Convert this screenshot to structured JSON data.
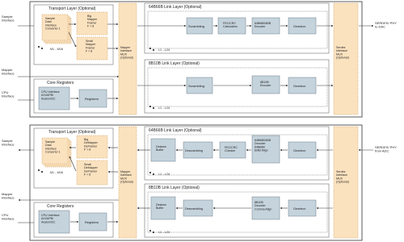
{
  "tx": {
    "sample_interface": "Sample\nInterface",
    "mapper_interface": "Mapper\nInterface",
    "cpu_interface": "CPU\nInterface",
    "transport_layer": "Transport Layer (Optional)",
    "sample_data_interface": "Sample\nData\nInterface\nConverter 1",
    "big_mapper_framer": "Big\nMapper\nFramer\nF > 8",
    "small_mapper_framer": "Small\nMapper\nFramer\nF < 8",
    "m_labels": "M1 ...M16",
    "mapper_interface_mux": "Mapper\nInterface\nMUX\n(Optional)",
    "core_registers": "Core Registers",
    "cpu_interface_box": "CPU Interface\nAXI/APB/\nAvalon/I2C",
    "registers": "Registers",
    "link_64b66b": "64B66B Link Layer (Optional)",
    "scrambling": "Scrambling",
    "fec_crc_calc": "FEC/CRC\nCalculation",
    "encoder_64b": "64B66B/80B\nEncoder",
    "gearbox": "Gearbox",
    "lanes": "L1 ...L24",
    "link_8b10b": "8B10B Link Layer (Optional)",
    "encoder_8b": "8B10B\nEncoder",
    "serdes_mux": "Serdes\nInterface\nMUX\n(Optional)",
    "serdes_to_dac": "SERDES/ PHY\nto DAC"
  },
  "rx": {
    "sample_interface": "Sample\nInterface",
    "mapper_interface": "Mapper\nInterface",
    "cpu_interface": "CPU\nInterface",
    "transport_layer": "Transport Layer (Optional)",
    "sample_data_interface": "Sample\nData\nInterface\nConverter 1",
    "big_demapper_deframer": "Big\nDeMapper\nDeFramer\nF > 8",
    "small_demapper_deframer": "Small\nDeMapper\nDeFramer\nF < 8",
    "m_labels": "M1 ...M16",
    "mapper_interface_mux": "Mapper\nInterface\nMUX\n(Optional)",
    "core_registers": "Core Registers",
    "cpu_interface_box": "CPU Interface\nAXI/APB/\nAvalon/I2C",
    "registers": "Registers",
    "link_64b66b": "64B66B Link Layer (Optional)",
    "deskew_buffer": "Deskew\nBuffer",
    "descrambling": "Descrambling",
    "fec_crc_checker": "FEC/CRC\nChecker",
    "decoder_64b": "64B66B/80B\nDecoder\n64B66B\nEMB Align",
    "gearbox": "Gearbox",
    "lanes": "L1 ...L24",
    "link_8b10b": "8B10B Link Layer (Optional)",
    "decoder_8b": "8B10B\nDecoder\nComma Align",
    "serdes_mux": "Serdes\nInterface\nMUX\n(Optional)",
    "serdes_from_adc": "SERDES/ PHY\nfrom ADC"
  }
}
